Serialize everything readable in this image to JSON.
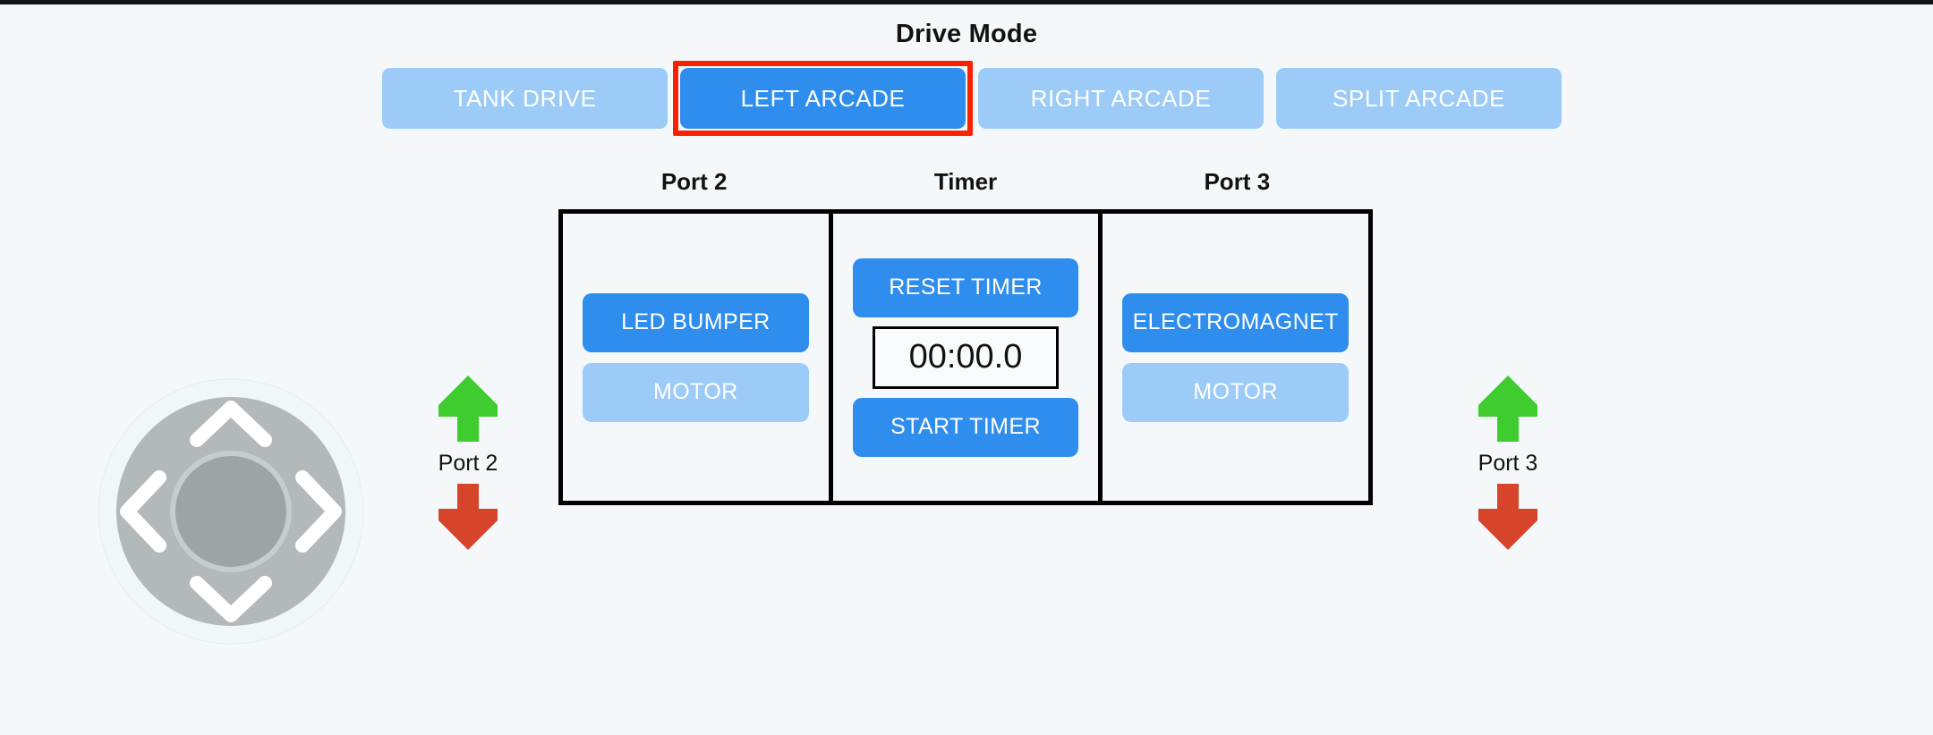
{
  "page": {
    "background_color": "#f4f8fa",
    "title": "Drive Mode"
  },
  "drive_mode": {
    "title": "Drive Mode",
    "selected": "LEFT ARCADE",
    "selection_outline_color": "#fb2100",
    "active_color": "#2f8ded",
    "inactive_color": "#9ccbf7",
    "options": [
      {
        "label": "TANK DRIVE",
        "active": false
      },
      {
        "label": "LEFT ARCADE",
        "active": true
      },
      {
        "label": "RIGHT ARCADE",
        "active": false
      },
      {
        "label": "SPLIT ARCADE",
        "active": false
      }
    ]
  },
  "panel": {
    "border_color": "#000000",
    "columns": [
      {
        "header": "Port 2",
        "buttons": [
          {
            "label": "LED BUMPER",
            "active": true
          },
          {
            "label": "MOTOR",
            "active": false
          }
        ]
      },
      {
        "header": "Timer",
        "reset_label": "RESET TIMER",
        "start_label": "START TIMER",
        "display": "00:00.0"
      },
      {
        "header": "Port 3",
        "buttons": [
          {
            "label": "ELECTROMAGNET",
            "active": true
          },
          {
            "label": "MOTOR",
            "active": false
          }
        ]
      }
    ]
  },
  "port_controls": [
    {
      "label": "Port 2",
      "up_color": "#3ecc2e",
      "down_color": "#d6452a"
    },
    {
      "label": "Port 3",
      "up_color": "#3ecc2e",
      "down_color": "#d6452a"
    }
  ],
  "dpad": {
    "ring_color": "#b3b8ba",
    "inner_ring_color": "#c7cccd",
    "knob_color": "#9ea4a6",
    "chevron_color": "#ffffff"
  }
}
